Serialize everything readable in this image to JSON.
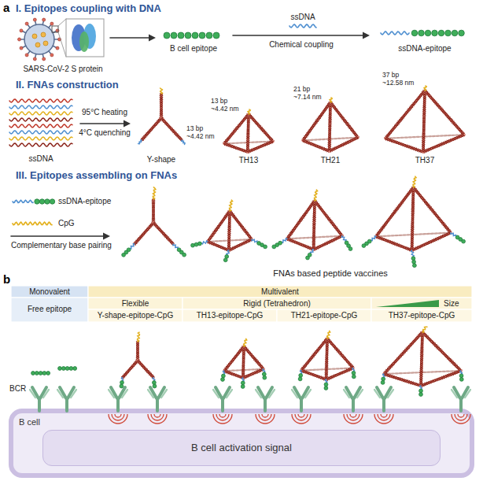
{
  "diagram": {
    "nodes": [
      {
        "text": [
          "B cell"
        ]
      },
      {
        "text": [
          "B cell activation signal"
        ],
        "in": 0
      }
    ],
    "labels": [
      "a",
      "I. Epitopes coupling with DNA",
      "SARS-CoV-2 S protein",
      "B cell epitope",
      "ssDNA",
      "Chemical coupling",
      "ssDNA-epitope",
      "II. FNAs construction",
      "ssDNA",
      "95°C heating",
      "4°C quenching",
      "13 bp",
      "~4.42 nm",
      "Y-shape",
      "13 bp",
      "~4.42 nm",
      "TH13",
      "21 bp",
      "~7.14 nm",
      "TH21",
      "37 bp",
      "~12.58 nm",
      "TH37",
      "III. Epitopes assembling on FNAs",
      "ssDNA-epitope",
      "CpG",
      "Complementary base pairing",
      "FNAs based peptide vaccines",
      "b",
      "Monovalent",
      "Multivalent",
      "Free epitope",
      "Flexible",
      "Rigid (Tetrahedron)",
      "Size",
      "Y-shape-epitope-CpG",
      "TH13-epitope-CpG",
      "TH21-epitope-CpG",
      "TH37-epitope-CpG",
      "BCR"
    ]
  }
}
